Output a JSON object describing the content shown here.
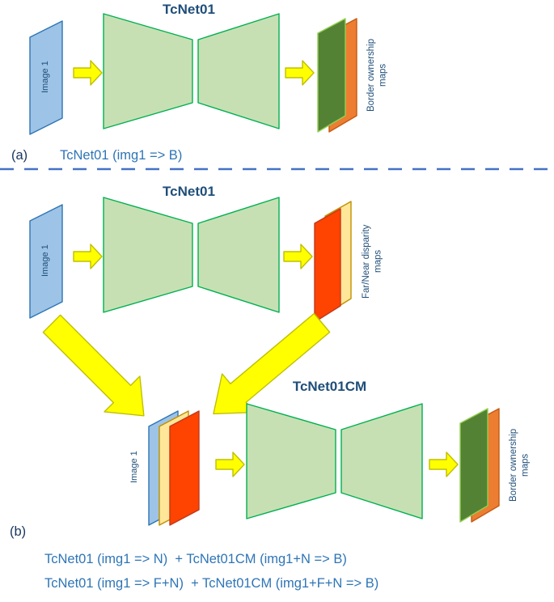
{
  "colors": {
    "image_blue": "#9DC3E6",
    "net_green": "#C6E0B4",
    "arrow_yellow": "#FFFF00",
    "border_map_green": "#548235",
    "border_map_orange": "#ED7D31",
    "disparity_tan": "#FFE699",
    "disparity_red": "#FF4300",
    "title_blue": "#1F4E79",
    "caption_blue": "#2E75B6",
    "divider_blue": "#4472C4"
  },
  "panel_a": {
    "net_title": "TcNet01",
    "input_label": "Image 1",
    "output_label": "Border ownership maps",
    "tag": "(a)",
    "caption": "TcNet01 (img1 => B)"
  },
  "panel_b": {
    "net1_title": "TcNet01",
    "net2_title": "TcNet01CM",
    "input_label": "Image 1",
    "disparity_label": "Far/Near disparity maps",
    "composite_label": "Image 1",
    "output_label": "Border ownership maps",
    "tag": "(b)",
    "caption_line1": "TcNet01 (img1 => N)  + TcNet01CM (img1+N => B)",
    "caption_line2": "TcNet01 (img1 => F+N)  + TcNet01CM (img1+F+N => B)"
  }
}
